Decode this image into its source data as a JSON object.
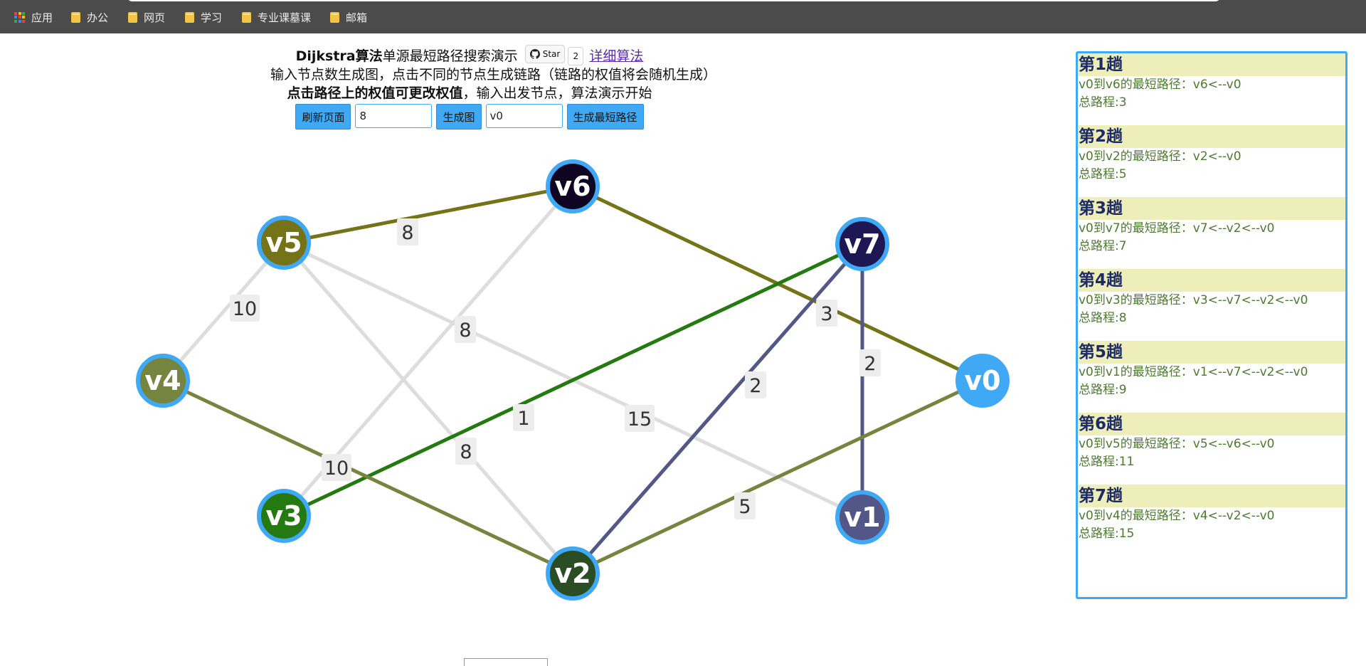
{
  "bookmarks": [
    {
      "label": "应用",
      "icon": "apps-grid-icon"
    },
    {
      "label": "办公",
      "icon": "folder-icon"
    },
    {
      "label": "网页",
      "icon": "folder-icon"
    },
    {
      "label": "学习",
      "icon": "folder-icon"
    },
    {
      "label": "专业课墓课",
      "icon": "folder-icon"
    },
    {
      "label": "邮箱",
      "icon": "folder-icon"
    }
  ],
  "header": {
    "title_bold": "Dijkstra算法",
    "title_rest": "单源最短路径搜索演示",
    "star_label": "Star",
    "star_count": "2",
    "link": "详细算法",
    "line2": "输入节点数生成图，点击不同的节点生成链路（链路的权值将会随机生成）",
    "line3_bold": "点击路径上的权值可更改权值",
    "line3_rest": "，输入出发节点，算法演示开始"
  },
  "controls": {
    "refresh": "刷新页面",
    "node_count": "8",
    "generate": "生成图",
    "start_node": "v0",
    "shortest": "生成最短路径"
  },
  "graph": {
    "nodes": [
      {
        "id": "v0",
        "color": "#3fa9f5"
      },
      {
        "id": "v1",
        "color": "#535787"
      },
      {
        "id": "v2",
        "color": "#2b4d24"
      },
      {
        "id": "v3",
        "color": "#247a10"
      },
      {
        "id": "v4",
        "color": "#75843f"
      },
      {
        "id": "v5",
        "color": "#757318"
      },
      {
        "id": "v6",
        "color": "#0f0523"
      },
      {
        "id": "v7",
        "color": "#1f1753"
      }
    ],
    "edges": [
      {
        "from": "v5",
        "to": "v6",
        "weight": "8",
        "color": "#757318"
      },
      {
        "from": "v6",
        "to": "v0",
        "weight": "3",
        "color": "#757318"
      },
      {
        "from": "v7",
        "to": "v1",
        "weight": "2",
        "color": "#535787"
      },
      {
        "from": "v7",
        "to": "v2",
        "weight": "2",
        "color": "#535787"
      },
      {
        "from": "v7",
        "to": "v3",
        "weight": "1",
        "color": "#247a10"
      },
      {
        "from": "v0",
        "to": "v2",
        "weight": "5",
        "color": "#75843f"
      },
      {
        "from": "v4",
        "to": "v2",
        "weight": "10",
        "color": "#75843f"
      },
      {
        "from": "v5",
        "to": "v4",
        "weight": "10",
        "color": "#dddddd"
      },
      {
        "from": "v5",
        "to": "v1",
        "weight": "15",
        "color": "#dddddd"
      },
      {
        "from": "v5",
        "to": "v2",
        "weight": "8",
        "color": "#dddddd"
      },
      {
        "from": "v6",
        "to": "v3",
        "weight": "8",
        "color": "#dddddd"
      }
    ]
  },
  "results": [
    {
      "title": "第1趟",
      "path": "v0到v6的最短路径：v6<--v0",
      "total": "总路程:3"
    },
    {
      "title": "第2趟",
      "path": "v0到v2的最短路径：v2<--v0",
      "total": "总路程:5"
    },
    {
      "title": "第3趟",
      "path": "v0到v7的最短路径：v7<--v2<--v0",
      "total": "总路程:7"
    },
    {
      "title": "第4趟",
      "path": "v0到v3的最短路径：v3<--v7<--v2<--v0",
      "total": "总路程:8"
    },
    {
      "title": "第5趟",
      "path": "v0到v1的最短路径：v1<--v7<--v2<--v0",
      "total": "总路程:9"
    },
    {
      "title": "第6趟",
      "path": "v0到v5的最短路径：v5<--v6<--v0",
      "total": "总路程:11"
    },
    {
      "title": "第7趟",
      "path": "v0到v4的最短路径：v4<--v2<--v0",
      "total": "总路程:15"
    }
  ]
}
